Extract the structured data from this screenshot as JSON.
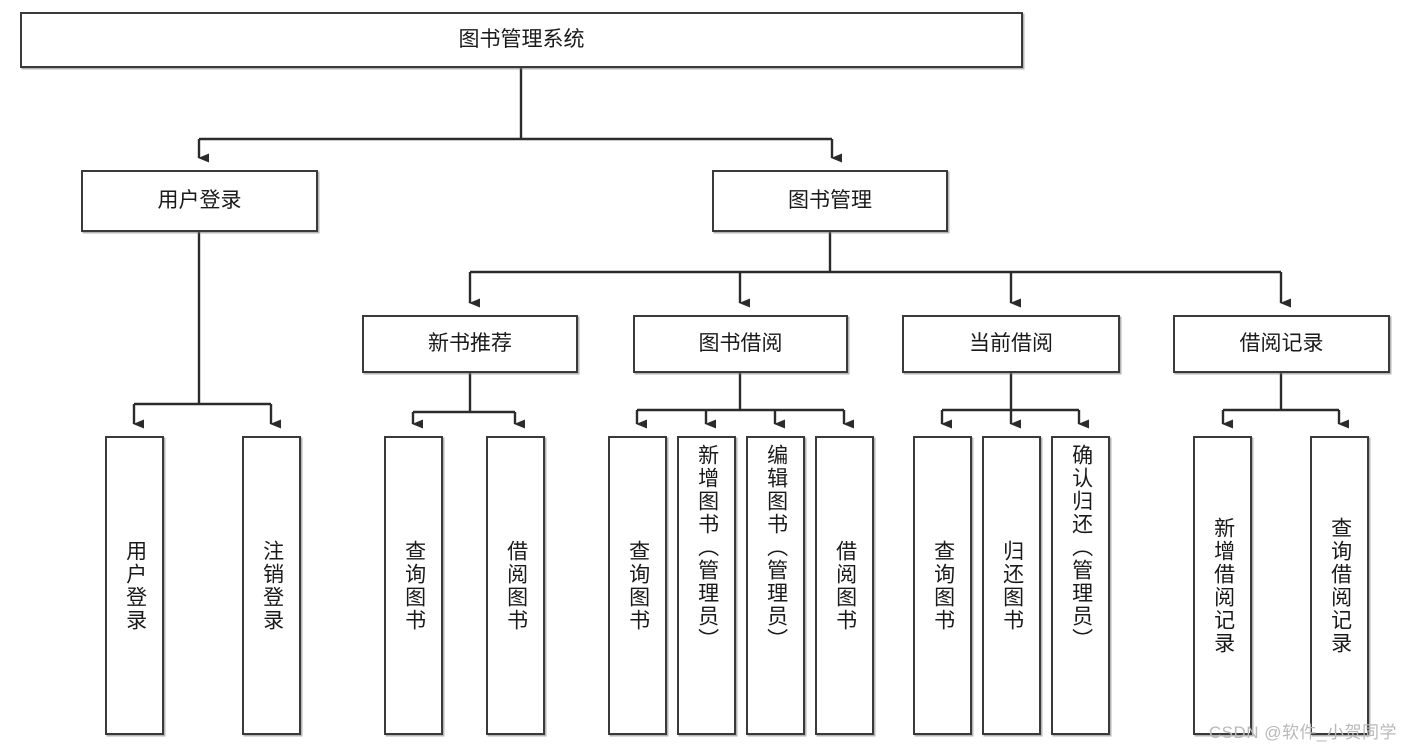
{
  "diagram": {
    "title": "图书管理系统",
    "type": "hierarchy-tree",
    "root": {
      "id": "root",
      "label": "图书管理系统"
    },
    "level2": [
      {
        "id": "user-login",
        "label": "用户登录"
      },
      {
        "id": "book-manage",
        "label": "图书管理"
      }
    ],
    "level3": [
      {
        "id": "new-book-recommend",
        "label": "新书推荐"
      },
      {
        "id": "book-borrow",
        "label": "图书借阅"
      },
      {
        "id": "current-borrow",
        "label": "当前借阅"
      },
      {
        "id": "borrow-record",
        "label": "借阅记录"
      }
    ],
    "leaves": {
      "user_login": [
        {
          "id": "leaf-user-login",
          "label": "用户登录"
        },
        {
          "id": "leaf-logout-login",
          "label": "注销登录"
        }
      ],
      "new_book_recommend": [
        {
          "id": "leaf-query-book-1",
          "label": "查询图书"
        },
        {
          "id": "leaf-borrow-book-1",
          "label": "借阅图书"
        }
      ],
      "book_borrow": [
        {
          "id": "leaf-query-book-2",
          "label": "查询图书"
        },
        {
          "id": "leaf-add-book-admin",
          "label": "新增图书（管理员）"
        },
        {
          "id": "leaf-edit-book-admin",
          "label": "编辑图书（管理员）"
        },
        {
          "id": "leaf-borrow-book-2",
          "label": "借阅图书"
        }
      ],
      "current_borrow": [
        {
          "id": "leaf-query-book-3",
          "label": "查询图书"
        },
        {
          "id": "leaf-return-book",
          "label": "归还图书"
        },
        {
          "id": "leaf-confirm-return-admin",
          "label": "确认归还（管理员）"
        }
      ],
      "borrow_record": [
        {
          "id": "leaf-add-borrow-record",
          "label": "新增借阅记录"
        },
        {
          "id": "leaf-query-borrow-record",
          "label": "查询借阅记录"
        }
      ]
    }
  },
  "watermark": {
    "text": "CSDN @软件_小贺同学"
  },
  "colors": {
    "border": "#3a3a3a",
    "background": "#ffffff",
    "text": "#1a1a1a",
    "line": "#2b2b2b",
    "watermark": "#b9b9b9"
  }
}
